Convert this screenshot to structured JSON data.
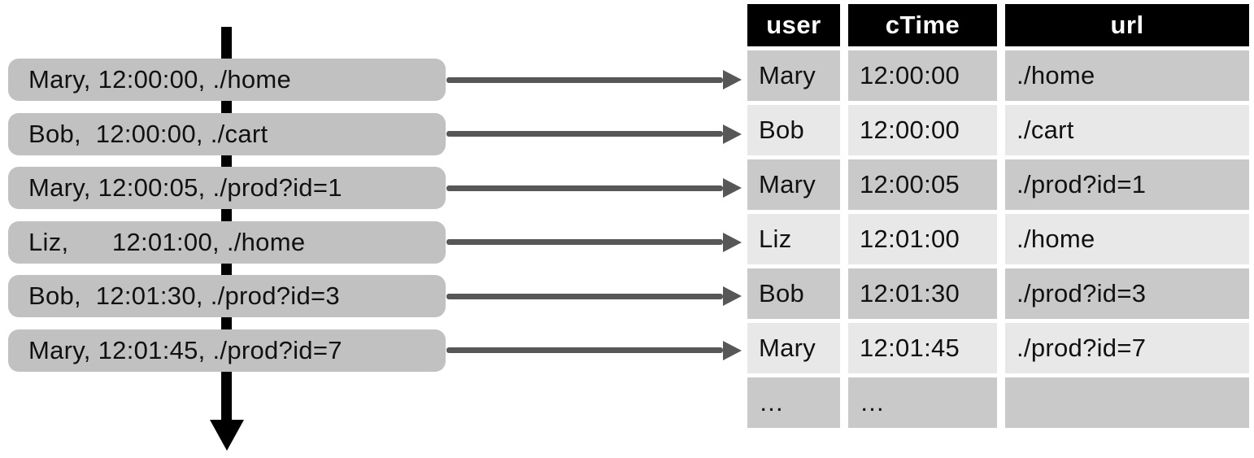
{
  "diagram": {
    "events": [
      "Mary, 12:00:00, ./home",
      "Bob,  12:00:00, ./cart",
      "Mary, 12:00:05, ./prod?id=1",
      "Liz,      12:01:00, ./home",
      "Bob,  12:01:30, ./prod?id=3",
      "Mary, 12:01:45, ./prod?id=7"
    ]
  },
  "table": {
    "columns": [
      "user",
      "cTime",
      "url"
    ],
    "rows": [
      [
        "Mary",
        "12:00:00",
        "./home"
      ],
      [
        "Bob",
        "12:00:00",
        "./cart"
      ],
      [
        "Mary",
        "12:00:05",
        "./prod?id=1"
      ],
      [
        "Liz",
        "12:01:00",
        "./home"
      ],
      [
        "Bob",
        "12:01:30",
        "./prod?id=3"
      ],
      [
        "Mary",
        "12:01:45",
        "./prod?id=7"
      ],
      [
        "…",
        "…",
        ""
      ]
    ]
  },
  "colors": {
    "event_box_fill": "#c1c1c1",
    "row_dark": "#c9c9c9",
    "row_light": "#e8e8e8",
    "header_bg": "#000000",
    "header_text": "#ffffff",
    "mapping_arrow": "#575757",
    "timeline_arrow": "#000000"
  }
}
